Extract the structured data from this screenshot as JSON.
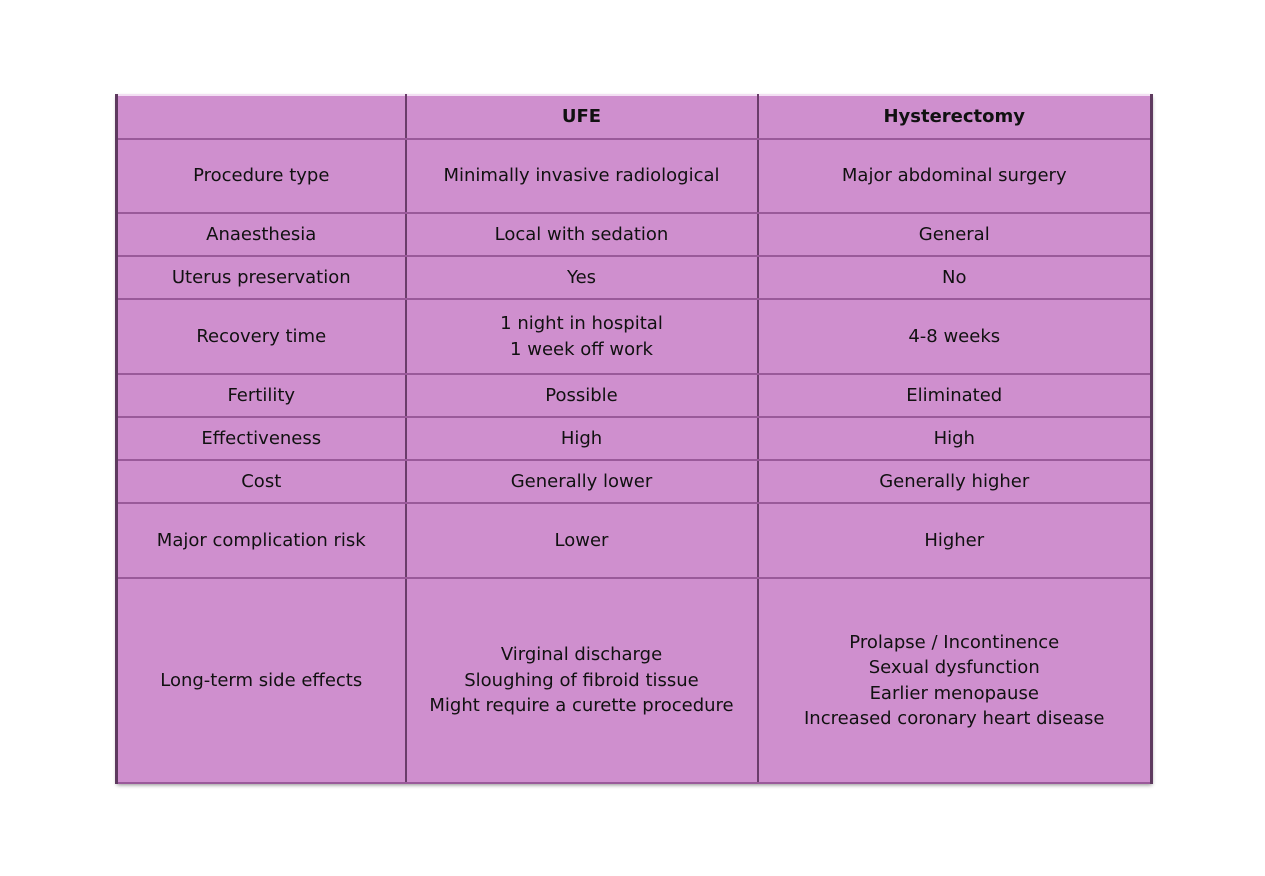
{
  "table": {
    "header": [
      "",
      "UFE",
      "Hysterectomy"
    ],
    "rows": [
      {
        "label": "Procedure type",
        "ufe": [
          "Minimally invasive radiological"
        ],
        "hyst": [
          "Major abdominal surgery"
        ]
      },
      {
        "label": "Anaesthesia",
        "ufe": [
          "Local with sedation"
        ],
        "hyst": [
          "General"
        ]
      },
      {
        "label": "Uterus preservation",
        "ufe": [
          "Yes"
        ],
        "hyst": [
          "No"
        ]
      },
      {
        "label": "Recovery time",
        "ufe": [
          "1 night in hospital",
          "1 week off work"
        ],
        "hyst": [
          "4-8 weeks"
        ]
      },
      {
        "label": "Fertility",
        "ufe": [
          "Possible"
        ],
        "hyst": [
          "Eliminated"
        ]
      },
      {
        "label": "Effectiveness",
        "ufe": [
          "High"
        ],
        "hyst": [
          "High"
        ]
      },
      {
        "label": "Cost",
        "ufe": [
          "Generally lower"
        ],
        "hyst": [
          "Generally higher"
        ]
      },
      {
        "label": "Major complication risk",
        "ufe": [
          "Lower"
        ],
        "hyst": [
          "Higher"
        ]
      },
      {
        "label": "Long-term side effects",
        "ufe": [
          "Virginal discharge",
          "Sloughing of fibroid tissue",
          "Might require a curette procedure"
        ],
        "hyst": [
          "Prolapse / Incontinence",
          "Sexual dysfunction",
          "Earlier menopause",
          "Increased coronary heart disease"
        ]
      }
    ]
  },
  "colors": {
    "cell_fill": "#cf8fce",
    "text": "#111111"
  }
}
